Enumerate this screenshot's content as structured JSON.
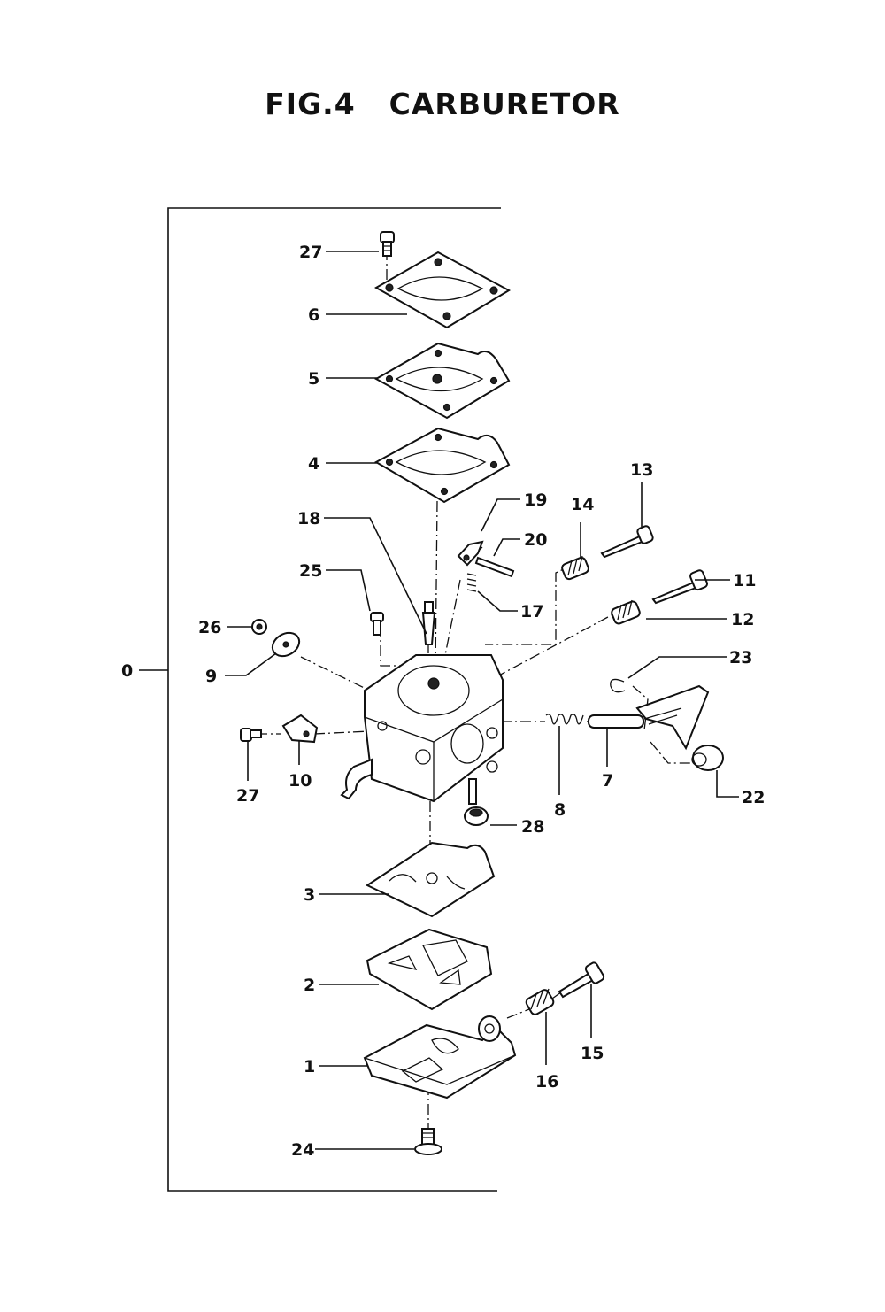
{
  "title": {
    "fig": "FIG.4",
    "name": "CARBURETOR"
  },
  "callouts": {
    "c0": "0",
    "c1": "1",
    "c2": "2",
    "c3": "3",
    "c4": "4",
    "c5": "5",
    "c6": "6",
    "c7": "7",
    "c8": "8",
    "c9": "9",
    "c10": "10",
    "c11": "11",
    "c12": "12",
    "c13": "13",
    "c14": "14",
    "c15": "15",
    "c16": "16",
    "c17": "17",
    "c18": "18",
    "c19": "19",
    "c20": "20",
    "c22": "22",
    "c23": "23",
    "c24": "24",
    "c25": "25",
    "c26": "26",
    "c27a": "27",
    "c27b": "27",
    "c28": "28"
  }
}
